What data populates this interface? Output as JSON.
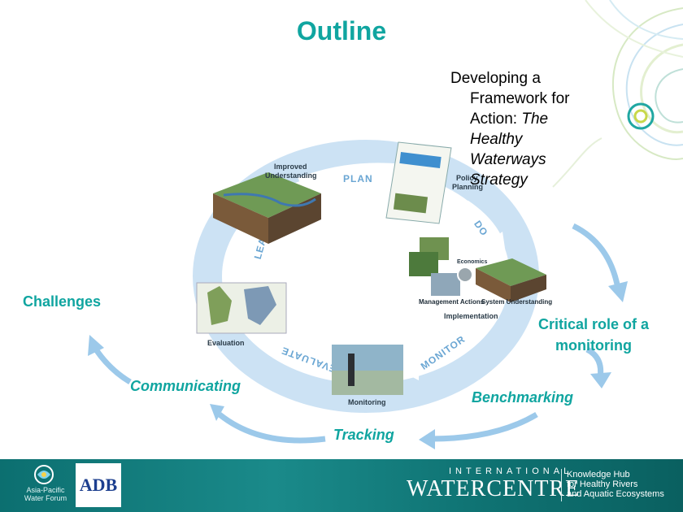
{
  "slide": {
    "title": "Outline",
    "framework": {
      "line1": "Developing a",
      "line2": "Framework for",
      "line3_prefix": "Action: ",
      "line3_italic": "The",
      "line4": "Healthy",
      "line5": "Waterways",
      "line6": "Strategy"
    },
    "labels": {
      "challenges": "Challenges",
      "critical": "Critical role of a monitoring",
      "communicating": "Communicating",
      "benchmarking": "Benchmarking",
      "tracking": "Tracking"
    },
    "cycle": {
      "plan": "PLAN",
      "do": "DO",
      "monitor": "MONITOR",
      "evaluate": "EVALUATE",
      "learn": "LEARN",
      "improved_understanding_1": "Improved",
      "improved_understanding_2": "Understanding",
      "policy_planning_1": "Policy",
      "policy_planning_2": "Planning",
      "economics": "Economics",
      "management_actions": "Management Actions",
      "system_understanding": "System Understanding",
      "implementation": "Implementation",
      "monitoring": "Monitoring",
      "evaluation": "Evaluation"
    }
  },
  "footer": {
    "apwf_line1": "Asia-Pacific",
    "apwf_line2": "Water Forum",
    "adb": "ADB",
    "iwc_international": "INTERNATIONAL",
    "iwc_name": "WATERCENTRE",
    "kh_line1": "Knowledge Hub",
    "kh_line2": "for Healthy Rivers",
    "kh_line3": "and Aquatic Ecosystems"
  },
  "colors": {
    "accent_teal": "#10a5a0",
    "arrow_blue": "#9cc9ea",
    "ring_blue": "#c3ddf2",
    "footer_teal": "#0f7373"
  }
}
